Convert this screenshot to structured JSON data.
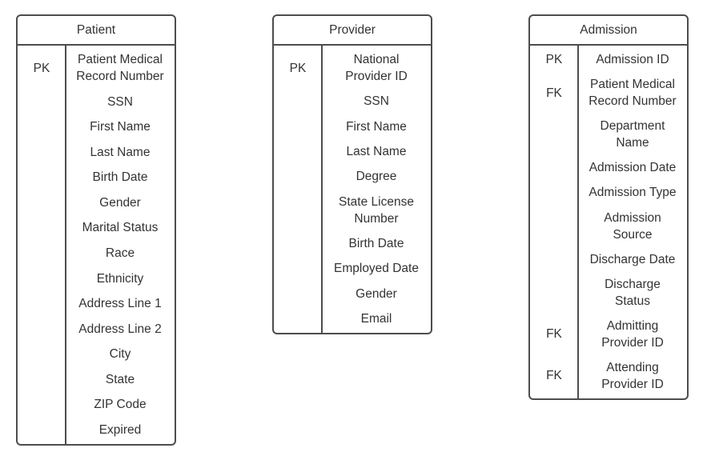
{
  "diagram_type": "entity-relationship",
  "colors": {
    "border": "#4d4d4d",
    "text": "#333333",
    "background": "#ffffff"
  },
  "tables": [
    {
      "title": "Patient",
      "rows": [
        {
          "key": "PK",
          "field": "Patient Medical Record Number"
        },
        {
          "key": "",
          "field": "SSN"
        },
        {
          "key": "",
          "field": "First Name"
        },
        {
          "key": "",
          "field": "Last Name"
        },
        {
          "key": "",
          "field": "Birth Date"
        },
        {
          "key": "",
          "field": "Gender"
        },
        {
          "key": "",
          "field": "Marital Status"
        },
        {
          "key": "",
          "field": "Race"
        },
        {
          "key": "",
          "field": "Ethnicity"
        },
        {
          "key": "",
          "field": "Address Line 1"
        },
        {
          "key": "",
          "field": "Address Line 2"
        },
        {
          "key": "",
          "field": "City"
        },
        {
          "key": "",
          "field": "State"
        },
        {
          "key": "",
          "field": "ZIP Code"
        },
        {
          "key": "",
          "field": "Expired"
        }
      ]
    },
    {
      "title": "Provider",
      "rows": [
        {
          "key": "PK",
          "field": "National Provider ID"
        },
        {
          "key": "",
          "field": "SSN"
        },
        {
          "key": "",
          "field": "First Name"
        },
        {
          "key": "",
          "field": "Last Name"
        },
        {
          "key": "",
          "field": "Degree"
        },
        {
          "key": "",
          "field": "State License Number"
        },
        {
          "key": "",
          "field": "Birth Date"
        },
        {
          "key": "",
          "field": "Employed Date"
        },
        {
          "key": "",
          "field": "Gender"
        },
        {
          "key": "",
          "field": "Email"
        }
      ]
    },
    {
      "title": "Admission",
      "rows": [
        {
          "key": "PK",
          "field": "Admission ID"
        },
        {
          "key": "FK",
          "field": "Patient Medical Record Number"
        },
        {
          "key": "",
          "field": "Department Name"
        },
        {
          "key": "",
          "field": "Admission Date"
        },
        {
          "key": "",
          "field": "Admission Type"
        },
        {
          "key": "",
          "field": "Admission Source"
        },
        {
          "key": "",
          "field": "Discharge Date"
        },
        {
          "key": "",
          "field": "Discharge Status"
        },
        {
          "key": "FK",
          "field": "Admitting Provider ID"
        },
        {
          "key": "FK",
          "field": "Attending Provider ID"
        }
      ]
    }
  ]
}
